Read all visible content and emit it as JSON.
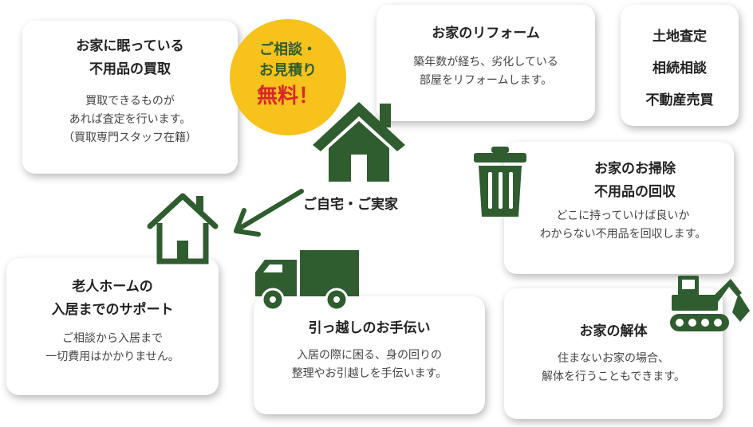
{
  "colors": {
    "green": "#2f5d2f",
    "yellow": "#f7c21b",
    "red": "#d9262c",
    "text": "#333333"
  },
  "badge": {
    "line1": "ご相談・\nお見積り",
    "line2": "無料！"
  },
  "center": {
    "label": "ご自宅・ご実家"
  },
  "cards": {
    "unused_buyback": {
      "title": "お家に眠っている\n不用品の買取",
      "desc": "買取できるものが\nあれば査定を行います。\n（買取専門スタッフ在籍）"
    },
    "reform": {
      "title": "お家のリフォーム",
      "desc": "築年数が経ち、劣化している\n部屋をリフォームします。"
    },
    "real_estate": {
      "lines": [
        "土地査定",
        "相続相談",
        "不動産売買"
      ]
    },
    "cleaning": {
      "title": "お家のお掃除\n不用品の回収",
      "desc": "どこに持っていけば良いか\nわからない不用品を回収します。"
    },
    "nursing_home": {
      "title": "老人ホームの\n入居までのサポート",
      "desc": "ご相談から入居まで\n一切費用はかかりません。"
    },
    "moving": {
      "title": "引っ越しのお手伝い",
      "desc": "入居の際に困る、身の回りの\n整理やお引越しを手伝います。"
    },
    "demolition": {
      "title": "お家の解体",
      "desc": "住まないお家の場合、\n解体を行うこともできます。"
    }
  },
  "icons": [
    "house-icon",
    "small-house-icon",
    "arrow-icon",
    "trash-can-icon",
    "truck-icon",
    "excavator-icon"
  ]
}
